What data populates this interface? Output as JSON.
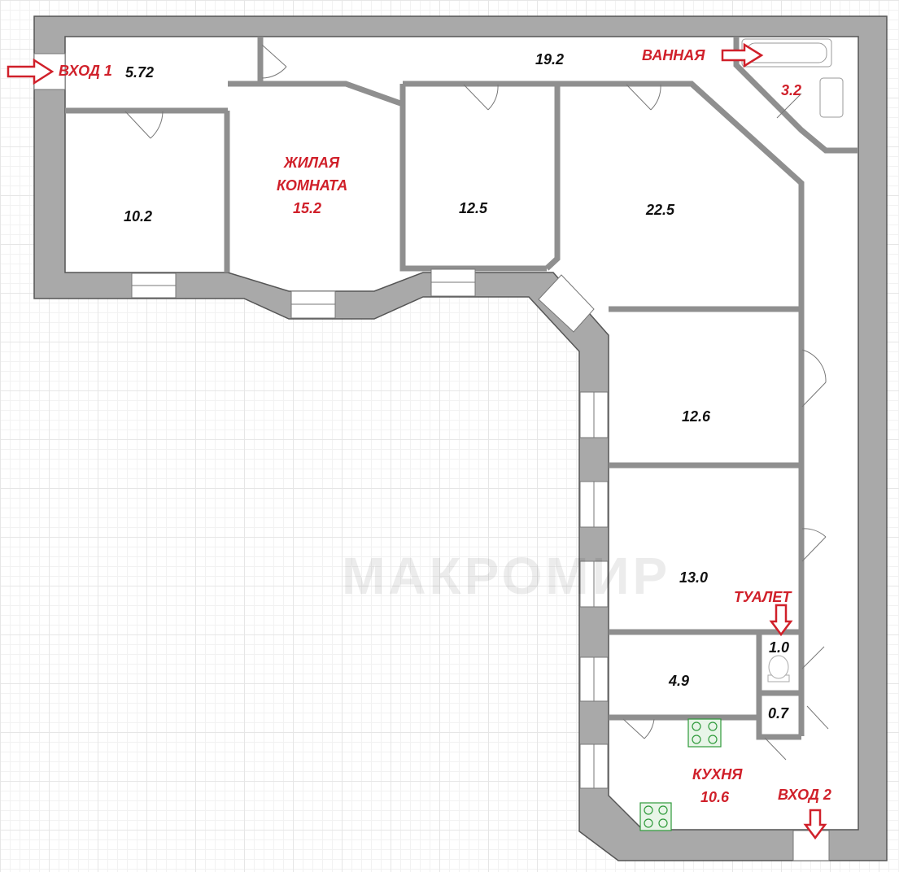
{
  "plan": {
    "watermark": "МАКРОМИР",
    "colors": {
      "wall": "#a9a9a9",
      "wall_line": "#555555",
      "label_red": "#d0202a",
      "stove": "#2e9a3a"
    },
    "rooms": {
      "hall": "5.72",
      "corridor": "19.2",
      "room_a": "10.2",
      "living_title_1": "ЖИЛАЯ",
      "living_title_2": "КОМНАТА",
      "living": "15.2",
      "room_b": "12.5",
      "room_c": "22.5",
      "bath_title": "ВАННАЯ",
      "bath": "3.2",
      "room_d": "12.6",
      "room_e": "13.0",
      "toilet_title": "ТУАЛЕТ",
      "toilet": "1.0",
      "storage": "0.7",
      "room_f": "4.9",
      "kitchen_title": "КУХНЯ",
      "kitchen": "10.6"
    },
    "entrances": {
      "entry1": "ВХОД 1",
      "entry2": "ВХОД 2"
    }
  }
}
